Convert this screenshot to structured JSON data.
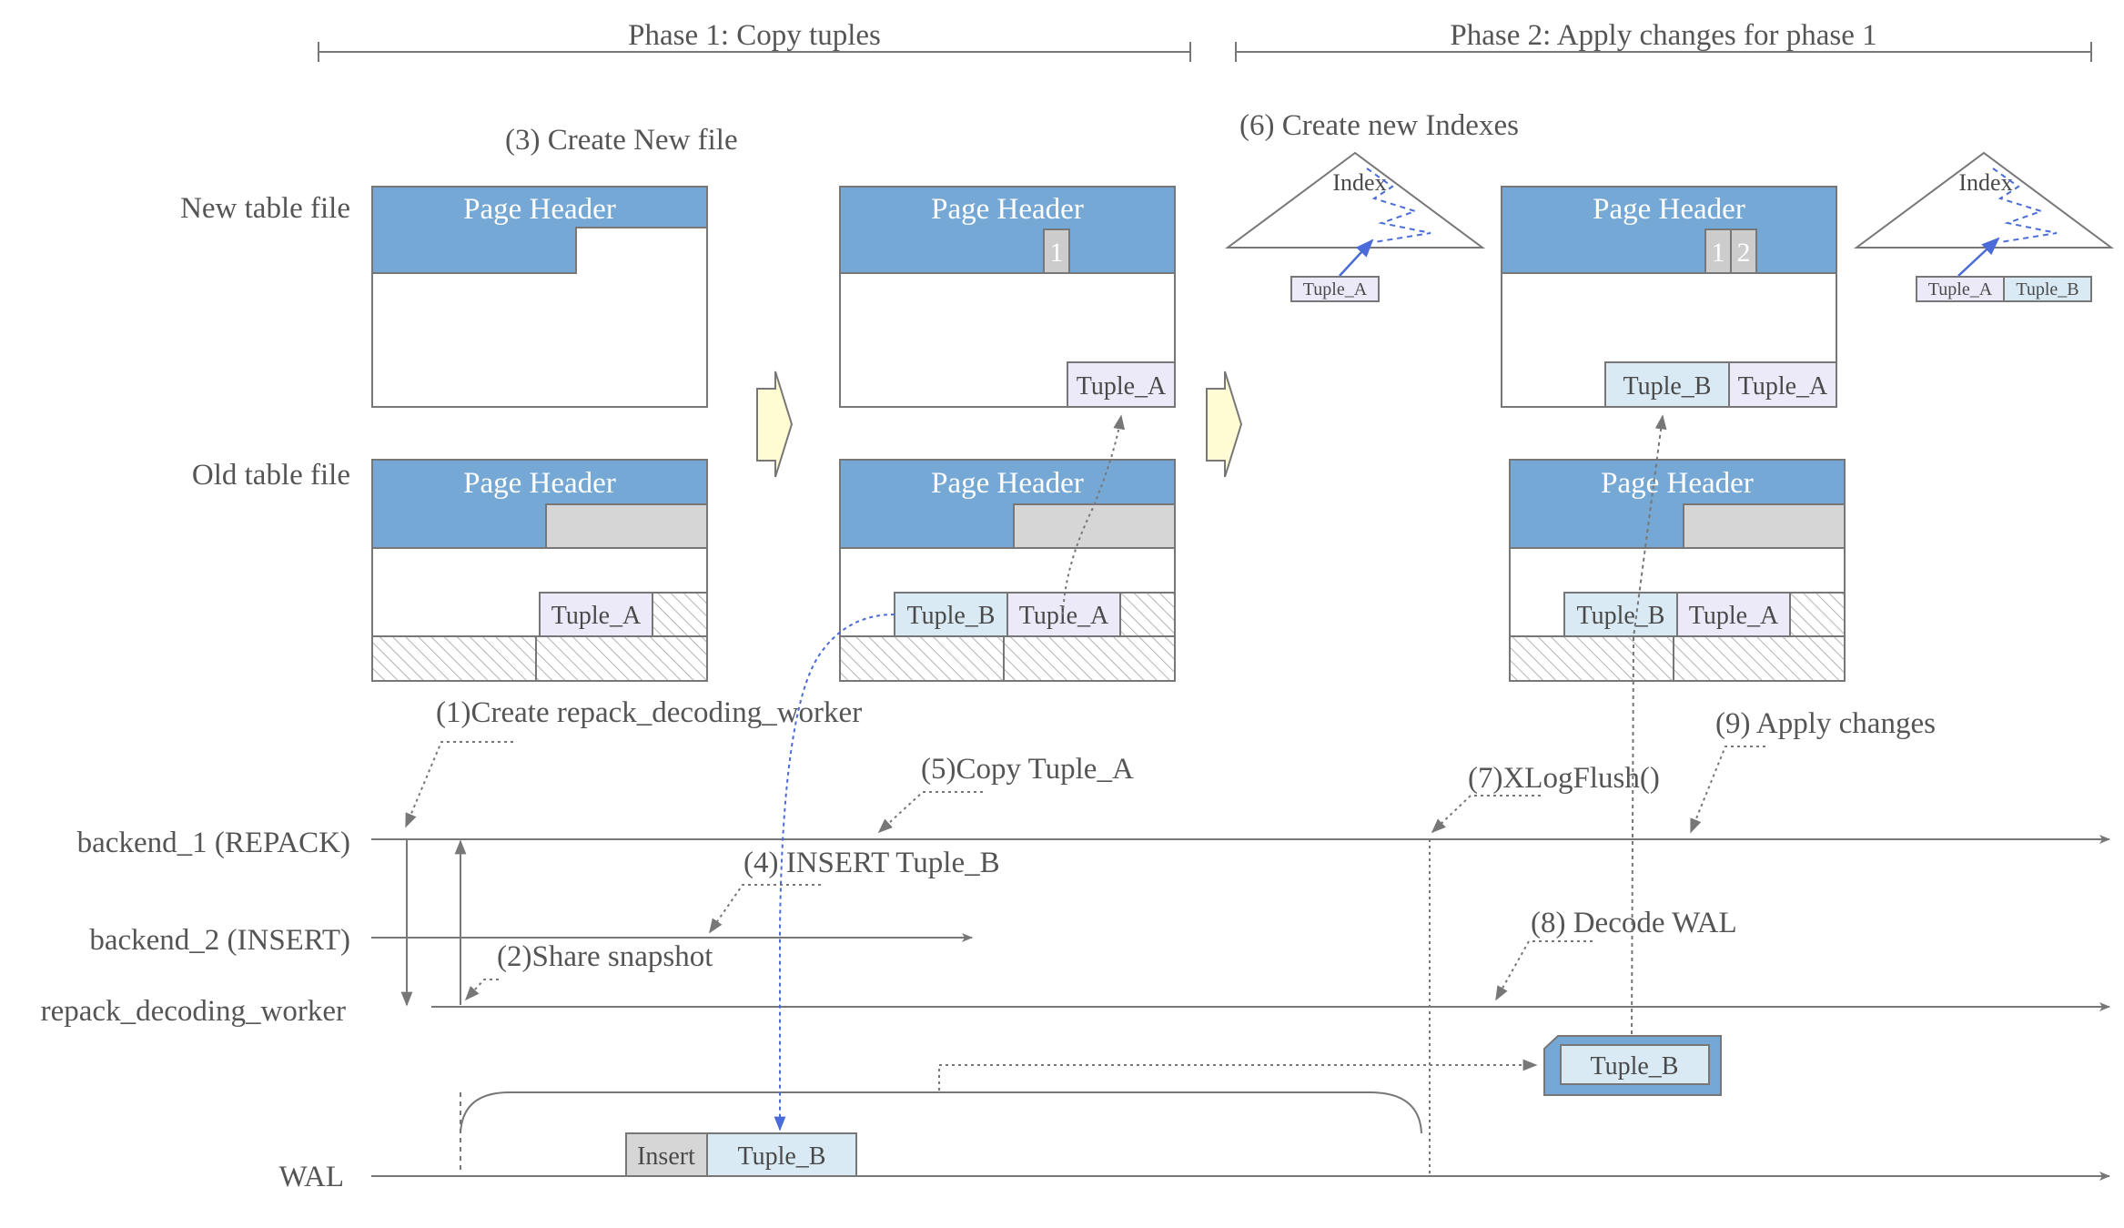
{
  "phases": {
    "phase1": "Phase 1: Copy tuples",
    "phase2": "Phase 2: Apply changes for phase 1"
  },
  "files": {
    "new_table": "New table file",
    "old_table": "Old table file"
  },
  "page_header": "Page Header",
  "tuples": {
    "a": "Tuple_A",
    "b": "Tuple_B"
  },
  "line_pointers": {
    "one": "1",
    "two": "2"
  },
  "index_label": "Index",
  "steps": {
    "s1": "(1)Create repack_decoding_worker",
    "s2": "(2)Share snapshot",
    "s3": "(3) Create New file",
    "s4": "(4) INSERT Tuple_B",
    "s5": "(5)Copy Tuple_A",
    "s6": "(6) Create new Indexes",
    "s7": "(7)XLogFlush()",
    "s8": "(8) Decode WAL",
    "s9": "(9) Apply changes"
  },
  "timelines": {
    "backend1": "backend_1 (REPACK)",
    "backend2": "backend_2 (INSERT)",
    "worker": "repack_decoding_worker",
    "wal": "WAL"
  },
  "wal_record": {
    "type": "Insert",
    "tuple": "Tuple_B"
  },
  "decoded": {
    "tuple": "Tuple_B"
  },
  "colors": {
    "header_blue": "#76a8d5",
    "tuple_a_fill": "#eceaf8",
    "tuple_b_fill": "#d9eaf5",
    "grey_fill": "#d6d6d6",
    "arrow_fill": "#fffbd2",
    "line_grey": "#777777",
    "dotted_blue": "#4b6cd8"
  }
}
